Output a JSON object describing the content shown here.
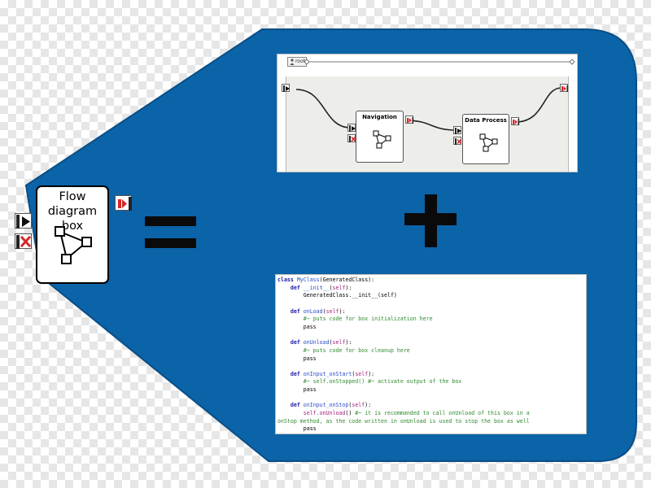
{
  "colors": {
    "shape_fill": "#0b63a8",
    "shape_stroke": "#0a4e86",
    "box_border": "#000000",
    "port_red": "#d6282a",
    "equals_plus": "#0a0a0a"
  },
  "flow_box": {
    "title_line1": "Flow diagram",
    "title_line2": "box",
    "icon": "flow-graph-icon",
    "ports": {
      "input": "play-input-icon",
      "stop": "red-x-stop-icon",
      "output": "red-output-icon"
    }
  },
  "operators": {
    "equals": "=",
    "plus": "+"
  },
  "flow_editor": {
    "root_tab_label": "root",
    "nodes": [
      {
        "label": "Navigation"
      },
      {
        "label": "Data Process"
      }
    ]
  },
  "code": {
    "lines": [
      [
        {
          "t": "class ",
          "c": "kw"
        },
        {
          "t": "MyClass",
          "c": "fn"
        },
        {
          "t": "(GeneratedClass):",
          "c": ""
        }
      ],
      [
        {
          "t": "    ",
          "c": ""
        },
        {
          "t": "def ",
          "c": "kw"
        },
        {
          "t": "__init__",
          "c": "fn"
        },
        {
          "t": "(",
          "c": ""
        },
        {
          "t": "self",
          "c": "slf"
        },
        {
          "t": "):",
          "c": ""
        }
      ],
      [
        {
          "t": "        GeneratedClass.__init__(self)",
          "c": ""
        }
      ],
      [
        {
          "t": "",
          "c": ""
        }
      ],
      [
        {
          "t": "    ",
          "c": ""
        },
        {
          "t": "def ",
          "c": "kw"
        },
        {
          "t": "onLoad",
          "c": "fn"
        },
        {
          "t": "(",
          "c": ""
        },
        {
          "t": "self",
          "c": "slf"
        },
        {
          "t": "):",
          "c": ""
        }
      ],
      [
        {
          "t": "        ",
          "c": ""
        },
        {
          "t": "#~ puts code for box initialization here",
          "c": "cm"
        }
      ],
      [
        {
          "t": "        pass",
          "c": ""
        }
      ],
      [
        {
          "t": "",
          "c": ""
        }
      ],
      [
        {
          "t": "    ",
          "c": ""
        },
        {
          "t": "def ",
          "c": "kw"
        },
        {
          "t": "onUnload",
          "c": "fn"
        },
        {
          "t": "(",
          "c": ""
        },
        {
          "t": "self",
          "c": "slf"
        },
        {
          "t": "):",
          "c": ""
        }
      ],
      [
        {
          "t": "        ",
          "c": ""
        },
        {
          "t": "#~ puts code for box cleanup here",
          "c": "cm"
        }
      ],
      [
        {
          "t": "        pass",
          "c": ""
        }
      ],
      [
        {
          "t": "",
          "c": ""
        }
      ],
      [
        {
          "t": "    ",
          "c": ""
        },
        {
          "t": "def ",
          "c": "kw"
        },
        {
          "t": "onInput_onStart",
          "c": "fn"
        },
        {
          "t": "(",
          "c": ""
        },
        {
          "t": "self",
          "c": "slf"
        },
        {
          "t": "):",
          "c": ""
        }
      ],
      [
        {
          "t": "        ",
          "c": ""
        },
        {
          "t": "#~ self.onStopped() #~ activate output of the box",
          "c": "cm"
        }
      ],
      [
        {
          "t": "        pass",
          "c": ""
        }
      ],
      [
        {
          "t": "",
          "c": ""
        }
      ],
      [
        {
          "t": "    ",
          "c": ""
        },
        {
          "t": "def ",
          "c": "kw"
        },
        {
          "t": "onInput_onStop",
          "c": "fn"
        },
        {
          "t": "(",
          "c": ""
        },
        {
          "t": "self",
          "c": "slf"
        },
        {
          "t": "):",
          "c": ""
        }
      ],
      [
        {
          "t": "        ",
          "c": ""
        },
        {
          "t": "self.onUnload",
          "c": "slf"
        },
        {
          "t": "() ",
          "c": ""
        },
        {
          "t": "#~ it is recommanded to call onUnload of this box in a",
          "c": "cm"
        }
      ],
      [
        {
          "t": "onStop method, as the code written in onUnload is used to stop the box as well",
          "c": "cm"
        }
      ],
      [
        {
          "t": "        pass",
          "c": ""
        }
      ]
    ]
  }
}
